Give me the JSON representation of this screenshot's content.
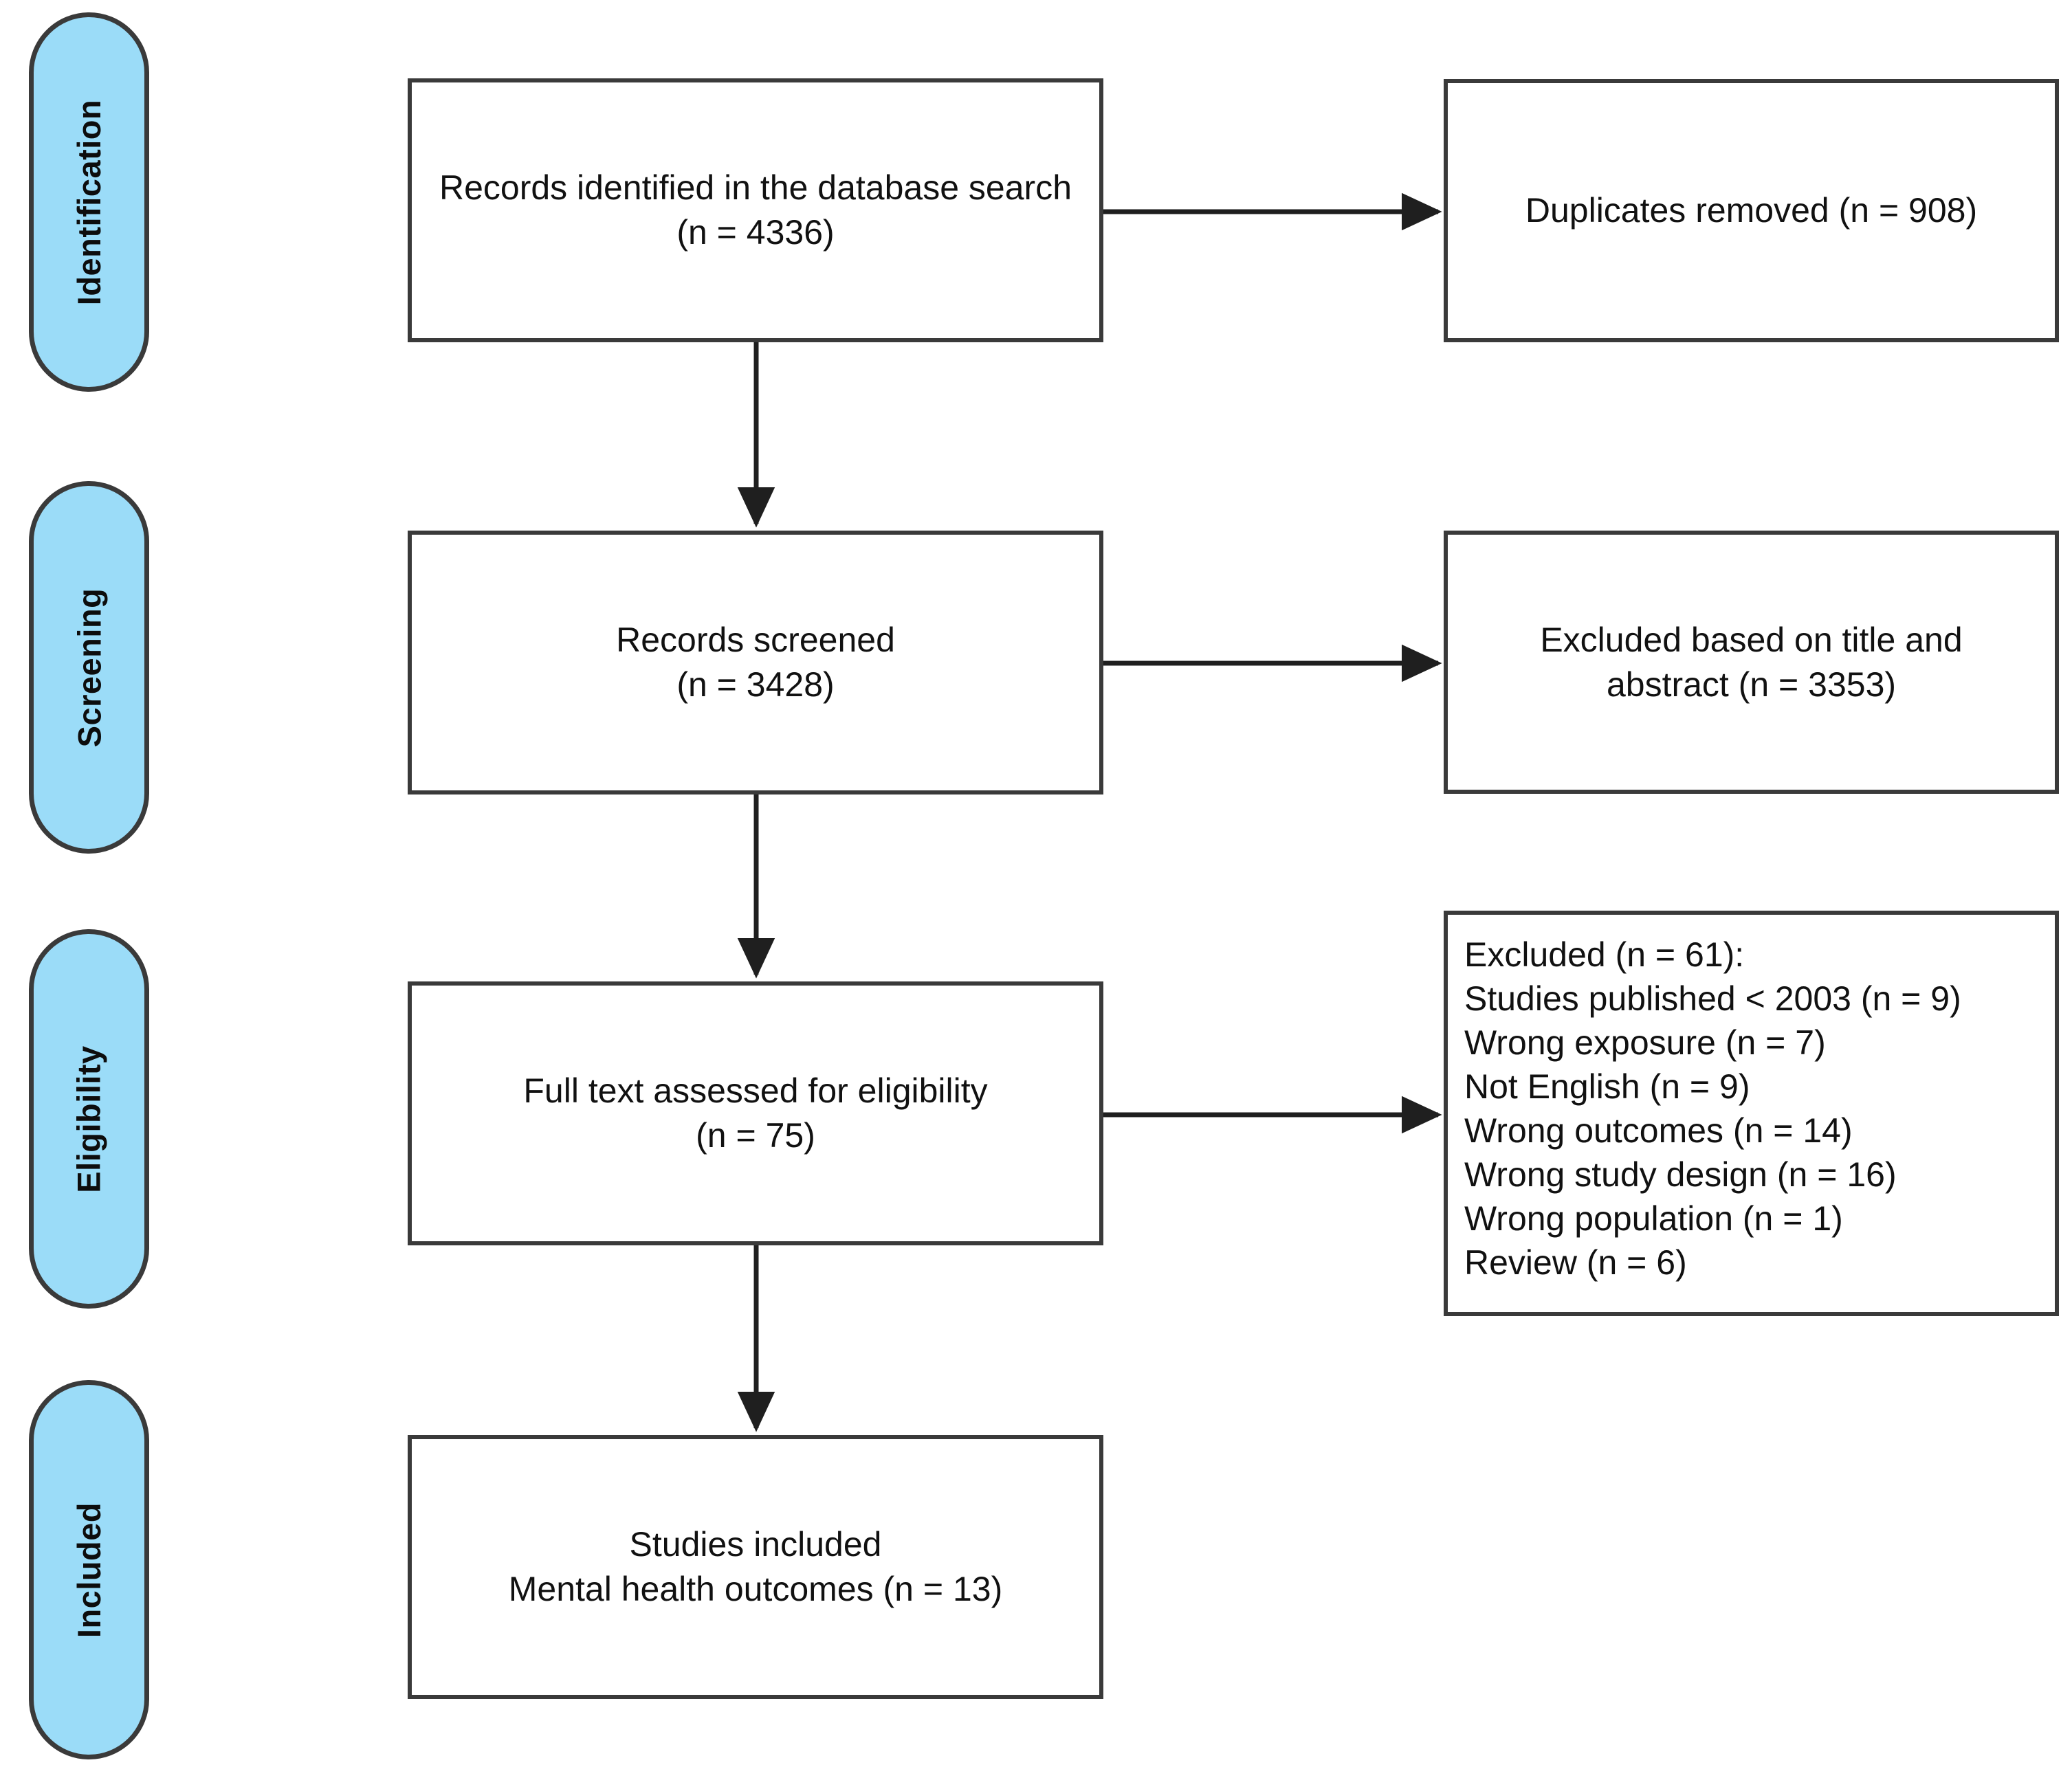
{
  "diagram": {
    "type": "prisma-flow-diagram",
    "title": "PRISMA study selection flow diagram",
    "pill_color": "#9BDCF8",
    "border_color": "#3A3A3A",
    "background": "#ffffff"
  },
  "stages": [
    {
      "id": "identification",
      "label": "Identification"
    },
    {
      "id": "screening",
      "label": "Screening"
    },
    {
      "id": "eligibility",
      "label": "Eligibility"
    },
    {
      "id": "included",
      "label": "Included"
    }
  ],
  "boxes": {
    "records_identified": {
      "text": "Records identified in the database search\n(n = 4336)",
      "n": 4336
    },
    "duplicates_removed": {
      "text": "Duplicates removed (n = 908)",
      "n": 908
    },
    "records_screened": {
      "text": "Records screened\n(n = 3428)",
      "n": 3428
    },
    "excluded_title_abstract": {
      "text": "Excluded based on title and\nabstract (n = 3353)",
      "n": 3353
    },
    "full_text_assessed": {
      "text": "Full text assessed for eligibility\n(n = 75)",
      "n": 75
    },
    "excluded_full_text": {
      "text": "Excluded (n = 61):\nStudies published < 2003 (n = 9)\nWrong exposure (n = 7)\nNot English (n = 9)\nWrong outcomes (n = 14)\nWrong study design (n = 16)\nWrong population (n = 1)\nReview (n = 6)",
      "n": 61,
      "reasons": [
        {
          "label": "Studies published < 2003",
          "n": 9
        },
        {
          "label": "Wrong exposure",
          "n": 7
        },
        {
          "label": "Not English",
          "n": 9
        },
        {
          "label": "Wrong outcomes",
          "n": 14
        },
        {
          "label": "Wrong study design",
          "n": 16
        },
        {
          "label": "Wrong population",
          "n": 1
        },
        {
          "label": "Review",
          "n": 6
        }
      ]
    },
    "studies_included": {
      "text": "Studies included\nMental health outcomes (n = 13)",
      "n": 13
    }
  }
}
